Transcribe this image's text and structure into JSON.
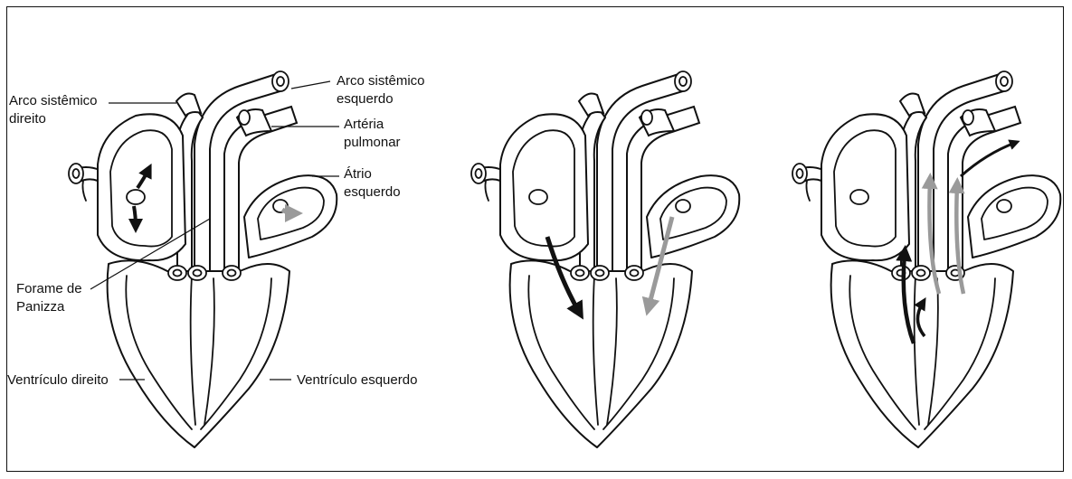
{
  "labels": {
    "arco_direito": "Arco sistêmico\ndireito",
    "arco_esquerdo": "Arco sistêmico\nesquerdo",
    "arteria_pulmonar": "Artéria\npulmonar",
    "atrio_esquerdo": "Átrio\nesquerdo",
    "forame": "Forame de\nPanizza",
    "ventriculo_direito": "Ventrículo direito",
    "ventriculo_esquerdo": "Ventrículo esquerdo"
  },
  "colors": {
    "dark_arrow": "#111111",
    "gray_arrow": "#9a9a9a",
    "outline": "#111111"
  },
  "hearts": [
    {
      "flow": "atrial contraction: dark arrows in right atrium, gray arrow in left atrium"
    },
    {
      "flow": "dark arrow into right ventricle, gray arrow into left ventricle"
    },
    {
      "flow": "ventricular ejection: dark arrows to pulmonary artery, gray arrows to systemic arches"
    }
  ]
}
